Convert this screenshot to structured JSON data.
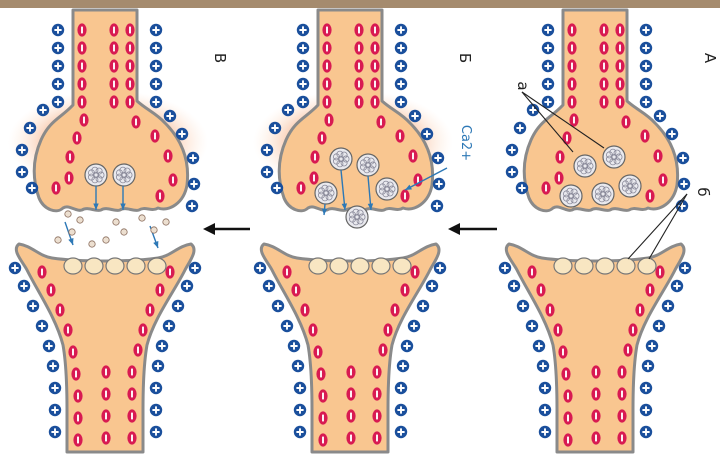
{
  "panels": [
    {
      "id": "A",
      "label": "А",
      "stage": "rest"
    },
    {
      "id": "B",
      "label": "Б",
      "stage": "calcium-entry"
    },
    {
      "id": "V",
      "label": "В",
      "stage": "release"
    }
  ],
  "annotations": {
    "vesicles": "а",
    "receptors": "б",
    "calcium": "Ca2+"
  },
  "colors": {
    "cytoplasm": "#f9c690",
    "membrane": "#8a8a8a",
    "negative_ion": "#d81a52",
    "positive_ion": "#1a4f9c",
    "calcium_glow": "#f08040",
    "arrow_blue": "#2d78b6",
    "vesicle": "#e9e9ee",
    "receptor": "#f8e6c2",
    "top_band": "#a58b6e"
  },
  "icons": {
    "negative": "minus-ion-icon",
    "positive": "plus-ion-icon",
    "progression": "left-arrow-icon"
  }
}
